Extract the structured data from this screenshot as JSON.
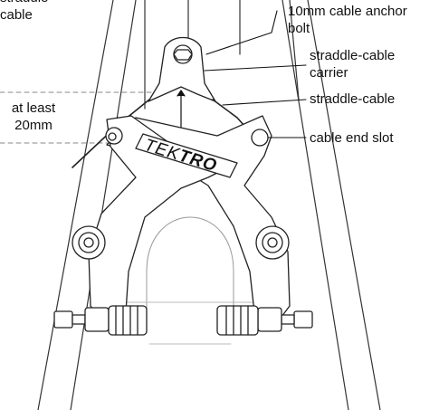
{
  "diagram": {
    "labels": {
      "straddle_cable_top_1": "straddle",
      "straddle_cable_top_2": "cable",
      "anchor_bolt_1": "10mm cable anchor",
      "anchor_bolt_2": "bolt",
      "carrier_1": "straddle-cable",
      "carrier_2": "carrier",
      "straddle_cable": "straddle-cable",
      "clearance_1": "at least",
      "clearance_2": "20mm",
      "cable_end_slot": "cable end slot"
    },
    "brand_prefix": "TEK",
    "brand_suffix": "TRO"
  }
}
